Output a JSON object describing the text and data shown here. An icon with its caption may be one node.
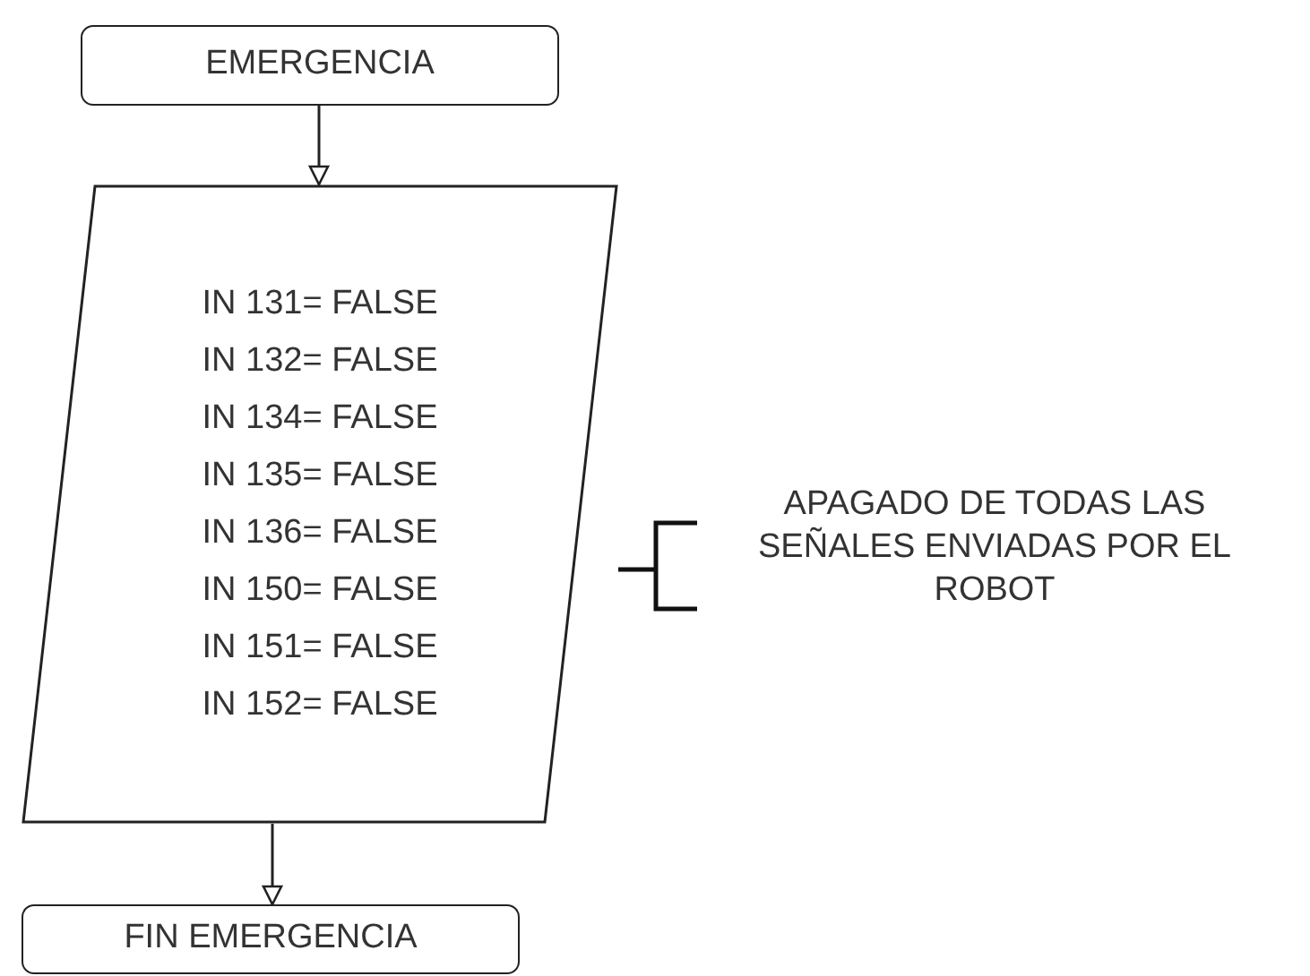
{
  "diagram": {
    "nodes": [
      {
        "text": [
          "EMERGENCIA"
        ]
      },
      {
        "text": [
          "IN 131= FALSE",
          "IN 132= FALSE",
          "IN 134= FALSE",
          "IN 135= FALSE",
          "IN 136= FALSE",
          "IN 150= FALSE",
          "IN 151= FALSE",
          "IN 152= FALSE"
        ]
      },
      {
        "text": [
          "FIN EMERGENCIA"
        ]
      }
    ],
    "edges": [
      {
        "from": 0,
        "to": 1,
        "arrow": "to"
      },
      {
        "from": 1,
        "to": 2,
        "arrow": "to"
      }
    ],
    "labels": [
      "APAGADO DE TODAS LAS SEÑALES ENVIADAS POR EL ROBOT"
    ]
  }
}
